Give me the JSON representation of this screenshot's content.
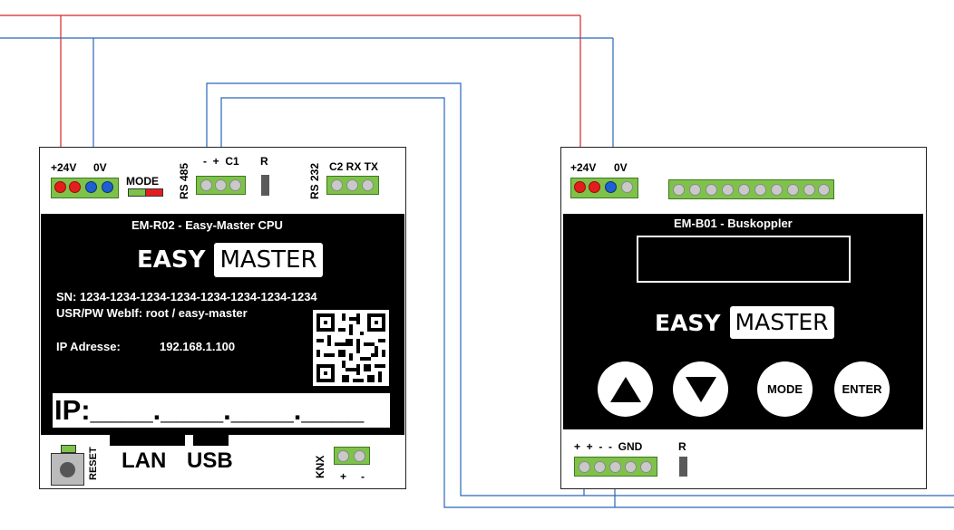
{
  "left_device": {
    "terminal_labels": {
      "plus24v": "+24V",
      "zero_v": "0V"
    },
    "mode_label": "MODE",
    "rs485_label": "RS 485",
    "rs485_pins": "-  +  C1",
    "r_label": "R",
    "rs232_label": "RS 232",
    "rs232_pins": "C2 RX TX",
    "panel_title": "EM-R02 - Easy-Master CPU",
    "logo_easy": "EASY",
    "logo_master": "MASTER",
    "serial": "SN: 1234-1234-1234-1234-1234-1234-1234-1234",
    "credentials": "USR/PW WebIf: root / easy-master",
    "ip_label": "IP Adresse:",
    "ip_value": "192.168.1.100",
    "ip_field": "IP:____.____.____.____",
    "reset_label": "RESET",
    "lan_label": "LAN",
    "usb_label": "USB",
    "knx_label": "KNX",
    "knx_plus": "+",
    "knx_minus": "-"
  },
  "right_device": {
    "terminal_labels": {
      "plus24v": "+24V",
      "zero_v": "0V"
    },
    "panel_title": "EM-B01 - Buskoppler",
    "logo_easy": "EASY",
    "logo_master": "MASTER",
    "mode_button": "MODE",
    "enter_button": "ENTER",
    "bottom_pins": "+  +  -  -  GND",
    "r_label": "R"
  },
  "colors": {
    "power": "#e41e1e",
    "ground": "#1f5fd1",
    "terminal": "#7ec24a",
    "wire_red": "#d42525",
    "wire_blue": "#2a66b8"
  }
}
